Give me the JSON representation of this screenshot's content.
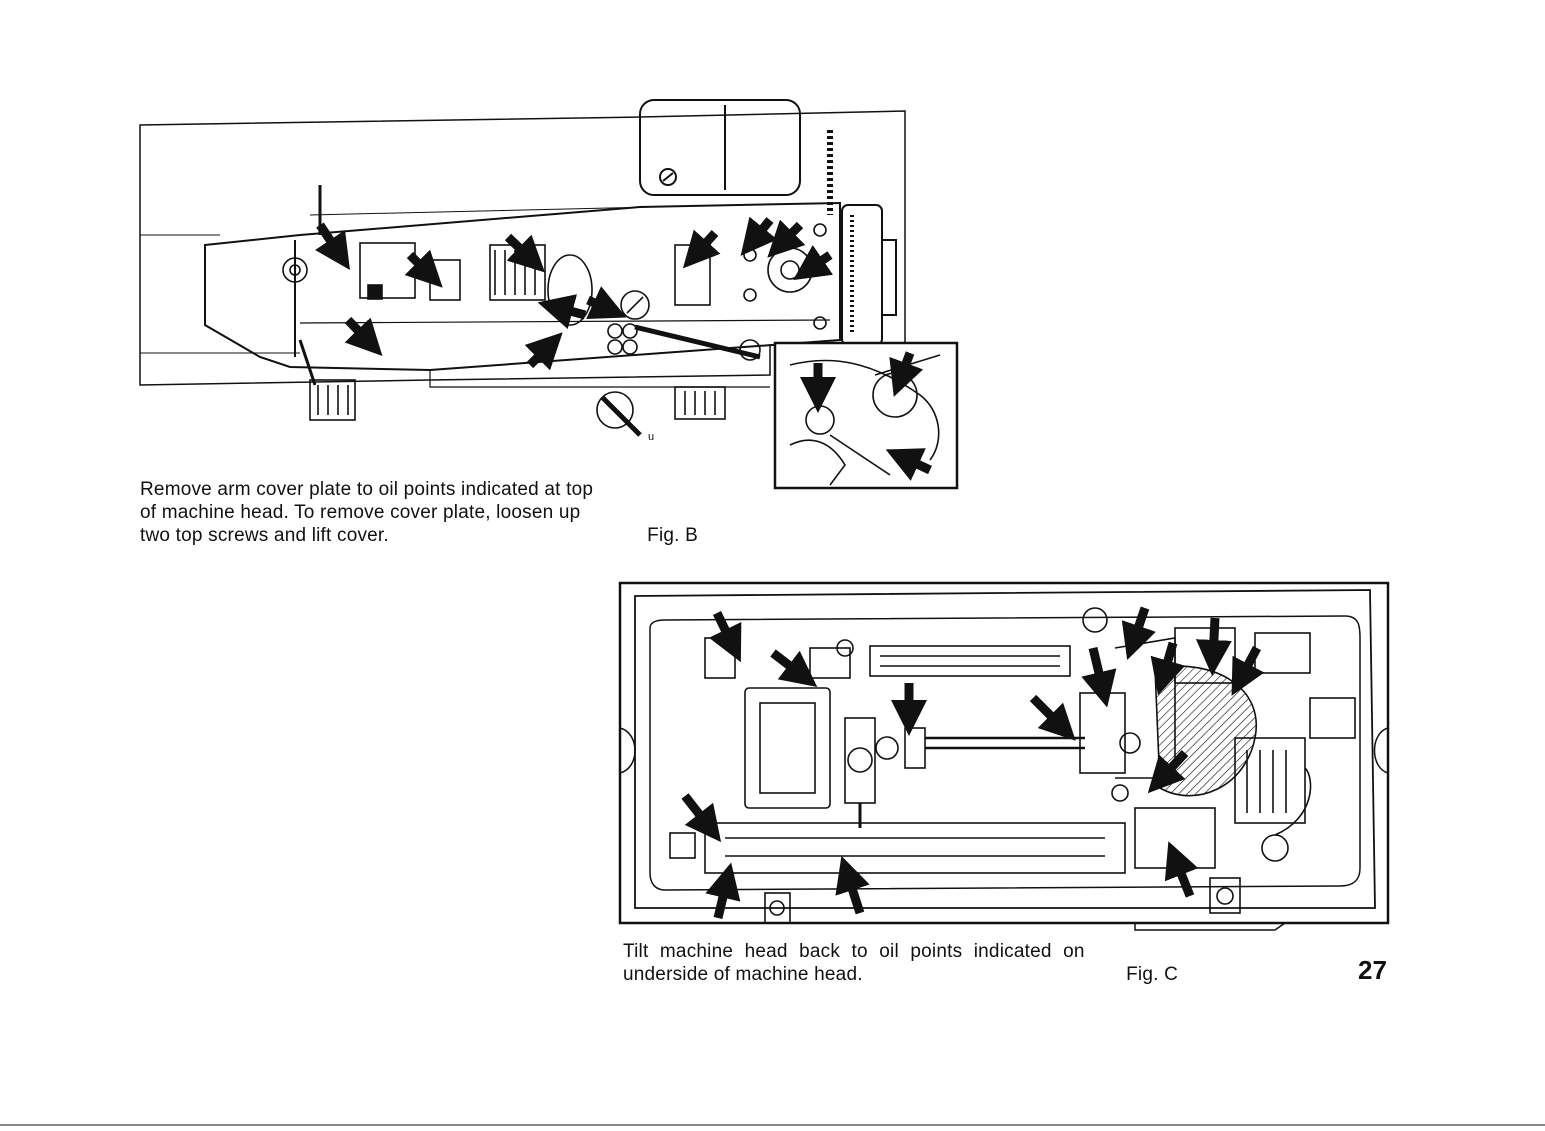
{
  "page": {
    "number": "27"
  },
  "fig_b": {
    "caption_lines": [
      "Remove arm cover plate to oil points indicated at top",
      "of machine head. To remove cover plate, loosen up",
      "two top screws and lift cover."
    ],
    "label": "Fig. B",
    "dial_mark": "u",
    "oil_point_arrow_count": 12,
    "inset_arrow_count": 3
  },
  "fig_c": {
    "caption_lines": [
      "Tilt machine head back to oil points indicated on",
      "underside of machine head."
    ],
    "label": "Fig. C",
    "oil_point_arrow_count": 15
  }
}
